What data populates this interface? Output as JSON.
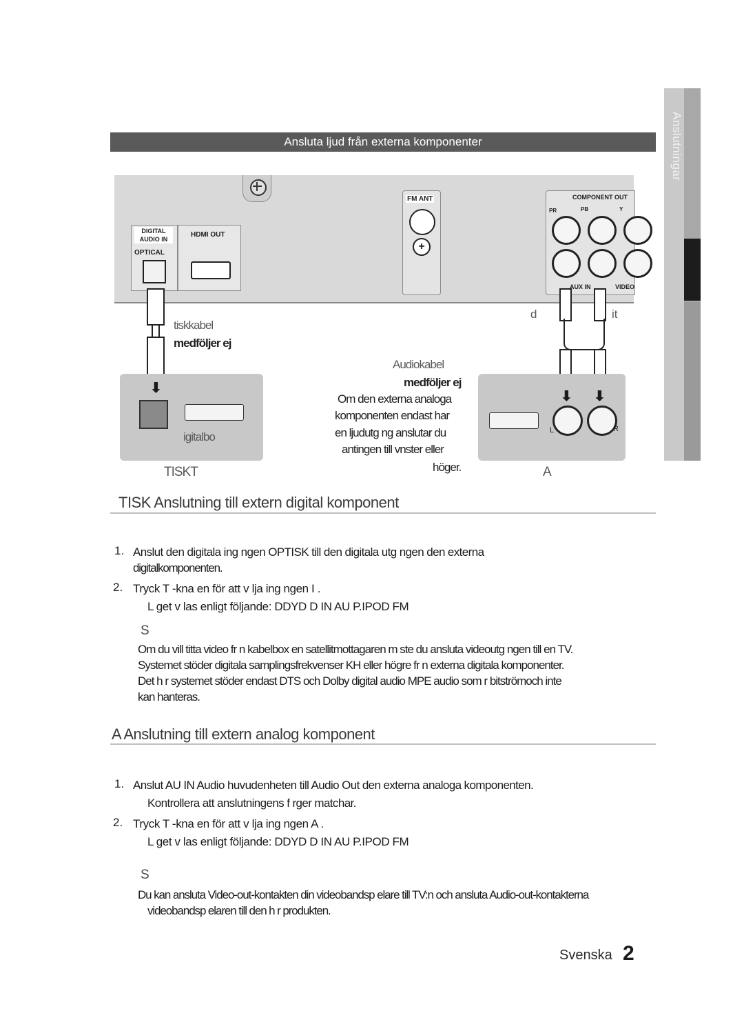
{
  "side_tab": {
    "label": "Anslutningar"
  },
  "section_title": "Ansluta ljud från externa komponenter",
  "diagram": {
    "digital_audio_in": "DIGITAL AUDIO IN",
    "optical": "OPTICAL",
    "hdmi_out": "HDMI OUT",
    "fm_ant": "FM ANT",
    "component_out": "COMPONENT OUT",
    "pr": "PR",
    "pb": "PB",
    "y": "Y",
    "aux_in": "AUX IN",
    "video": "VIDEO",
    "optical_cable_1": "tiskkabel",
    "optical_cable_2": "medföljer ej",
    "digital_box": "igitalbo",
    "optisk_label": "TISKT",
    "audio_cable_1": "Audiokabel",
    "audio_cable_2": "medföljer ej",
    "audio_note_1": "Om den externa analoga",
    "audio_note_2": "komponenten endast har",
    "audio_note_3": "en ljudutg ng anslutar du",
    "audio_note_4": "antingen till vnster eller",
    "audio_note_5": "höger.",
    "red_label": "d",
    "white_label": "it",
    "l": "L",
    "r": "R",
    "aux_label": "A"
  },
  "optisk": {
    "heading": "TISK Anslutning till extern digital komponent",
    "steps": [
      {
        "num": "1.",
        "line1": "Anslut den digitala ing ngen  OPTISK  till den digitala utg ngen   den externa",
        "line2": "digitalkomponenten."
      },
      {
        "num": "2.",
        "line1": "Tryck       T -kna   en för att v lja ing ngen                        I .",
        "line2": "L get v  las enligt följande:  DDYD          D IN      AU       P.IPOD        FM"
      }
    ],
    "note_s": "S",
    "note_lines": [
      "Om du vill titta     video fr n kabelbox en satellitmottagaren m ste du ansluta videoutg ngen till en TV.",
      "Systemet stöder digitala samplingsfrekvenser         KH  eller högre fr n externa digitala komponenter.",
      "Det h r systemet stöder endast DTS och Dolby digital audio MPE  audio som r bitströmoch inte",
      "kan hanteras."
    ]
  },
  "analog": {
    "heading": "A  Anslutning till extern analog komponent",
    "steps": [
      {
        "num": "1.",
        "line1": "Anslut AU  IN  Audio     huvudenheten till Audio Out    den externa  analoga komponenten.",
        "line2": "Kontrollera att anslutningens f rger matchar."
      },
      {
        "num": "2.",
        "line1": "Tryck       T -kna   en för att v lja ing ngen                        A .",
        "line2": "L get v  las enligt följande:  DDYD          D IN      AU       P.IPOD        FM"
      }
    ],
    "note_s": "S",
    "note_lines": [
      "Du kan ansluta Video-out-kontakten    din videobandsp elare till TV:n  och ansluta Audio-out-kontakterna",
      "videobandsp elaren till den h r produkten."
    ]
  },
  "footer": {
    "language": "Svenska",
    "page": "2"
  }
}
